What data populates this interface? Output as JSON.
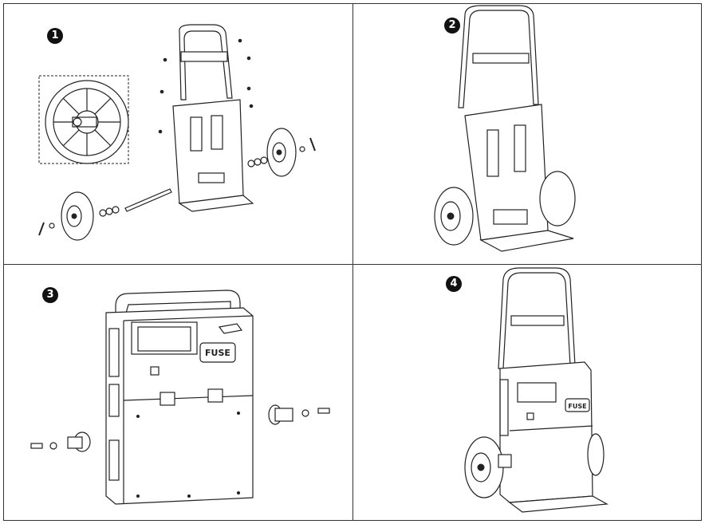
{
  "steps": [
    {
      "number": "1"
    },
    {
      "number": "2"
    },
    {
      "number": "3"
    },
    {
      "number": "4"
    }
  ],
  "labels": {
    "fuse_panel3": "FUSE",
    "fuse_panel4": "FUSE"
  },
  "colors": {
    "line": "#222222",
    "background": "#ffffff",
    "badge": "#111111"
  }
}
